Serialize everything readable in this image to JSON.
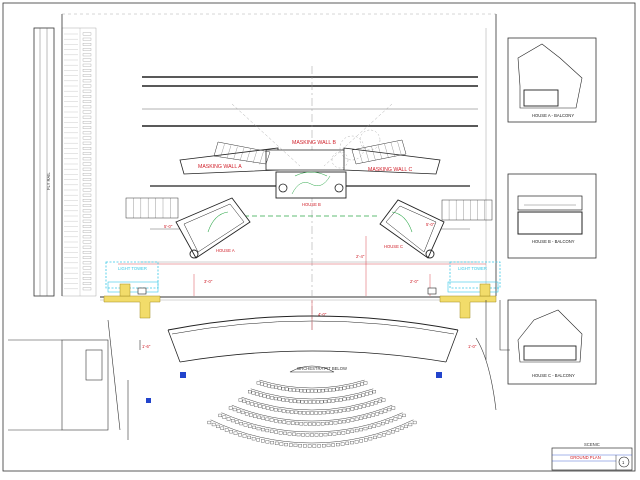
{
  "labels": {
    "masking_wall_a": "MASKING WALL A",
    "masking_wall_b": "MASKING WALL B",
    "masking_wall_c": "MASKING WALL C",
    "house_a": "HOUSE A",
    "house_b": "HOUSE B",
    "house_c": "HOUSE C",
    "orchestra_pit": "ORCHESTRA PIT BELOW",
    "left_tower": "LIGHT TOWER",
    "right_tower": "LIGHT TOWER",
    "fly_rail": "FLY RAIL"
  },
  "dimensions": {
    "house_a_angle": "5'-0\"",
    "house_c_angle": "5'-0\"",
    "stage_depth": "4'-0\"",
    "center_depth": "2'-4\"",
    "house_left_dim": "3'-0\"",
    "house_right_dim": "2'-0\"",
    "apron_dim": "4'-0\"",
    "seat_dim_left": "1'-6\"",
    "seat_dim_right": "1'-0\""
  },
  "inset_titles": {
    "balcony_a": "HOUSE A - BALCONY",
    "balcony_b": "HOUSE B - BALCONY",
    "balcony_c": "HOUSE C - BALCONY"
  },
  "title_block": {
    "header": "SCENIC",
    "title": "GROUND PLAN",
    "sheet_no": "1"
  },
  "colors": {
    "line": "#1a1a1a",
    "annotation": "#d0202a",
    "cyan": "#38c8e6",
    "yellow": "#f2dc6a",
    "green": "#2ea84a",
    "blue": "#2244cc"
  }
}
